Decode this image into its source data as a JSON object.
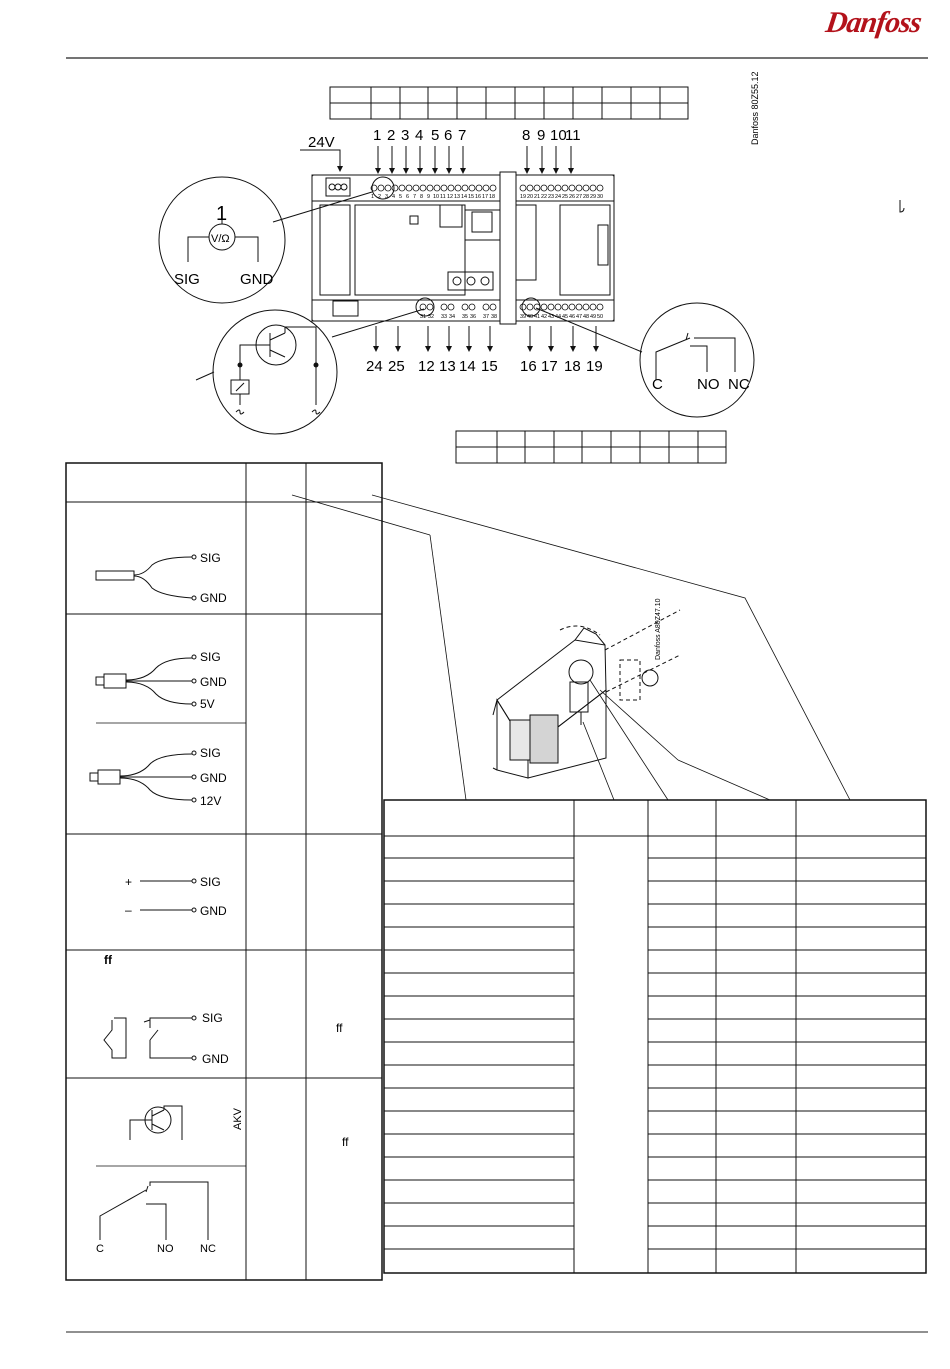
{
  "brand": {
    "logo_text": "Danfoss",
    "color": "#b3121b"
  },
  "top_diagram": {
    "code": "Danfoss 80Z55.12",
    "supply_label": "24V",
    "top_terminal_numbers": [
      "1",
      "2",
      "3",
      "4",
      "5",
      "6",
      "7",
      "8",
      "9",
      "10",
      "11"
    ],
    "bottom_terminal_numbers": [
      "24",
      "25",
      "12",
      "13",
      "14",
      "15",
      "16",
      "17",
      "18",
      "19"
    ],
    "input_circle": {
      "number": "1",
      "meter": "V/Ω",
      "sig": "SIG",
      "gnd": "GND"
    },
    "relay_circle": {
      "c": "C",
      "no": "NO",
      "nc": "NC"
    },
    "strip_top": [
      "1",
      "2",
      "3",
      "4",
      "5",
      "6",
      "7",
      "8",
      "9",
      "10",
      "11",
      "12",
      "13",
      "14",
      "15",
      "16",
      "17",
      "18"
    ],
    "strip_top_right": [
      "19",
      "20",
      "21",
      "22",
      "23",
      "24",
      "25",
      "26",
      "27",
      "28",
      "29",
      "30"
    ],
    "strip_bottom": [
      "31",
      "32",
      "33",
      "34",
      "35",
      "36",
      "37",
      "38"
    ],
    "strip_bottom_right": [
      "39",
      "40",
      "41",
      "42",
      "43",
      "44",
      "45",
      "46",
      "47",
      "48",
      "49",
      "50"
    ]
  },
  "left_table": {
    "sensor": {
      "sig": "SIG",
      "gnd": "GND"
    },
    "pressure_5v": {
      "sig": "SIG",
      "gnd": "GND",
      "supply": "5V"
    },
    "pressure_12v": {
      "sig": "SIG",
      "gnd": "GND",
      "supply": "12V"
    },
    "voltage": {
      "plus": "+",
      "minus": "–",
      "sig": "SIG",
      "gnd": "GND"
    },
    "onoff": {
      "mark": "ff",
      "sig": "SIG",
      "gnd": "GND",
      "col3": "ff"
    },
    "outputs": {
      "akv": "AKV",
      "col3": "ff",
      "c": "C",
      "no": "NO",
      "nc": "NC"
    }
  },
  "module_drawing": {
    "code": "Danfoss A80Z47.10"
  }
}
